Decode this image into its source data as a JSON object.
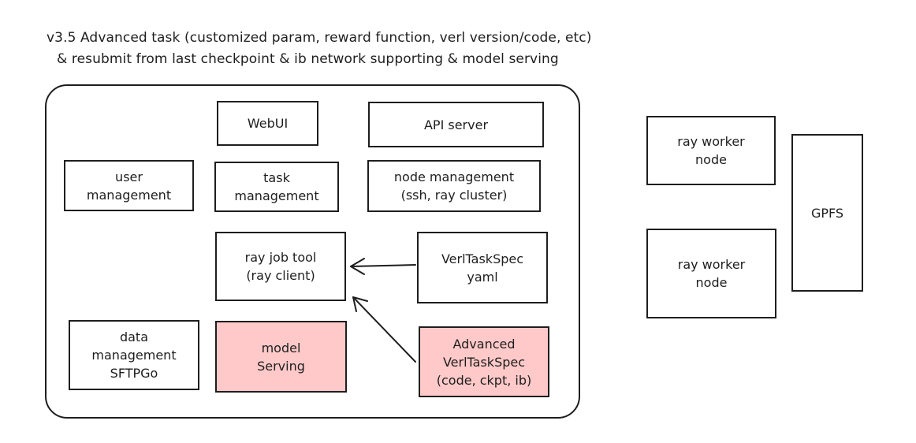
{
  "title": {
    "line1": "v3.5 Advanced task (customized param, reward function, verl version/code, etc)",
    "line2": "& resubmit from last checkpoint & ib network supporting & model serving"
  },
  "boxes": {
    "webui": {
      "lines": [
        "WebUI"
      ]
    },
    "api_server": {
      "lines": [
        "API server"
      ]
    },
    "user_management": {
      "lines": [
        "user",
        "management"
      ]
    },
    "task_management": {
      "lines": [
        "task",
        "management"
      ]
    },
    "node_management": {
      "lines": [
        "node management",
        "(ssh, ray cluster)"
      ]
    },
    "ray_job_tool": {
      "lines": [
        "ray job tool",
        "(ray client)"
      ]
    },
    "verl_task_spec": {
      "lines": [
        "VerlTaskSpec",
        "yaml"
      ]
    },
    "data_management": {
      "lines": [
        "data",
        "management",
        "SFTPGo"
      ]
    },
    "model_serving": {
      "lines": [
        "model",
        "Serving"
      ]
    },
    "advanced_verl_task_spec": {
      "lines": [
        "Advanced",
        "VerlTaskSpec",
        "(code, ckpt, ib)"
      ]
    },
    "ray_worker_node_1": {
      "lines": [
        "ray worker",
        "node"
      ]
    },
    "ray_worker_node_2": {
      "lines": [
        "ray worker",
        "node"
      ]
    },
    "gpfs": {
      "lines": [
        "GPFS"
      ]
    }
  },
  "colors": {
    "stroke": "#1e1e1e",
    "highlight_fill": "#ffc9c9",
    "background": "#ffffff"
  }
}
